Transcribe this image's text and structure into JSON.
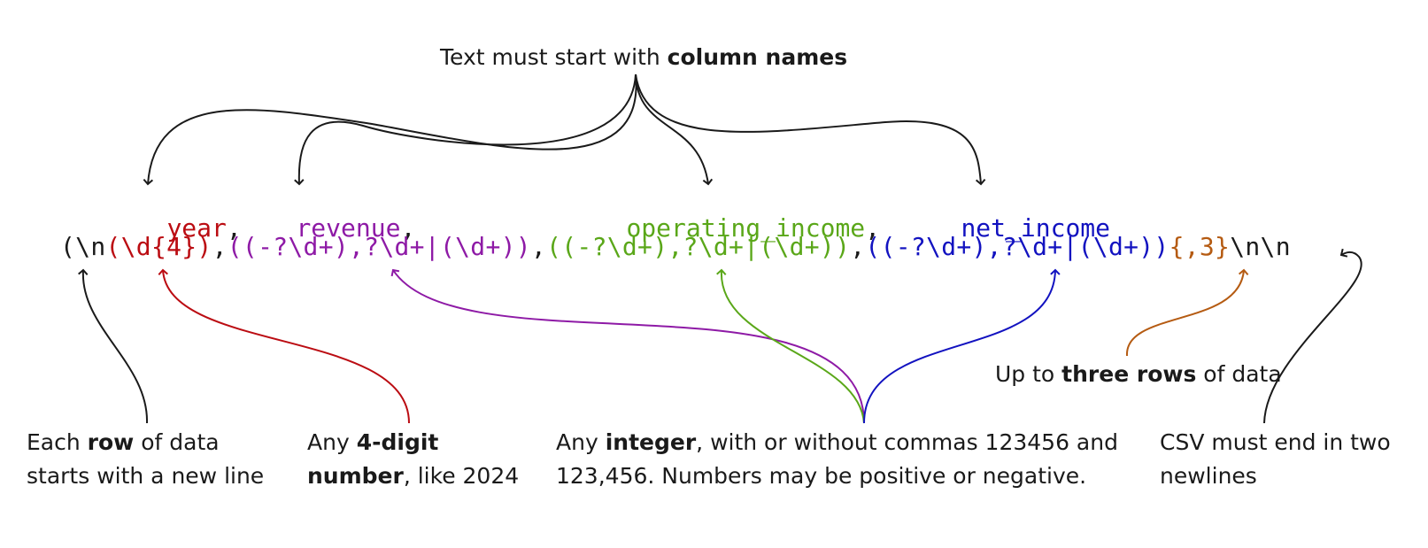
{
  "colors": {
    "black": "#1a1a1a",
    "year": "#bb0c12",
    "revenue": "#8e1aa6",
    "operating_income": "#5aa719",
    "net_income": "#1212c0",
    "rows": "#b55b12"
  },
  "title": {
    "pre": "Text must start with ",
    "bold": "column names"
  },
  "headers": {
    "year": "year",
    "revenue": "revenue",
    "operating_income": "operating_income",
    "net_income": "net_income",
    "comma": ","
  },
  "regex": {
    "newline_open": "(\\n",
    "year_pattern": "(\\d{4})",
    "comma": ",",
    "revenue_pattern": "((-?\\d+),?\\d+|(\\d+))",
    "operating_pattern": "((-?\\d+),?\\d+|(\\d+))",
    "net_pattern": "((-?\\d+),?\\d+|(\\d+))",
    "repeat": "{,3}",
    "end": "\\n\\n"
  },
  "annotations": {
    "row": {
      "a": "Each ",
      "b": "row",
      "c": " of data",
      "d": "starts with a new line"
    },
    "digit": {
      "a": "Any ",
      "b": "4-digit",
      "c": "number",
      "d": ", like 2024"
    },
    "integer": {
      "a": "Any ",
      "b": "integer",
      "c": ", with or without commas 123456 and",
      "d": "123,456. Numbers may be positive or negative."
    },
    "rows": {
      "a": "Up to ",
      "b": "three rows",
      "c": " of data"
    },
    "csv": {
      "a": "CSV must end in two",
      "b": "newlines"
    }
  }
}
